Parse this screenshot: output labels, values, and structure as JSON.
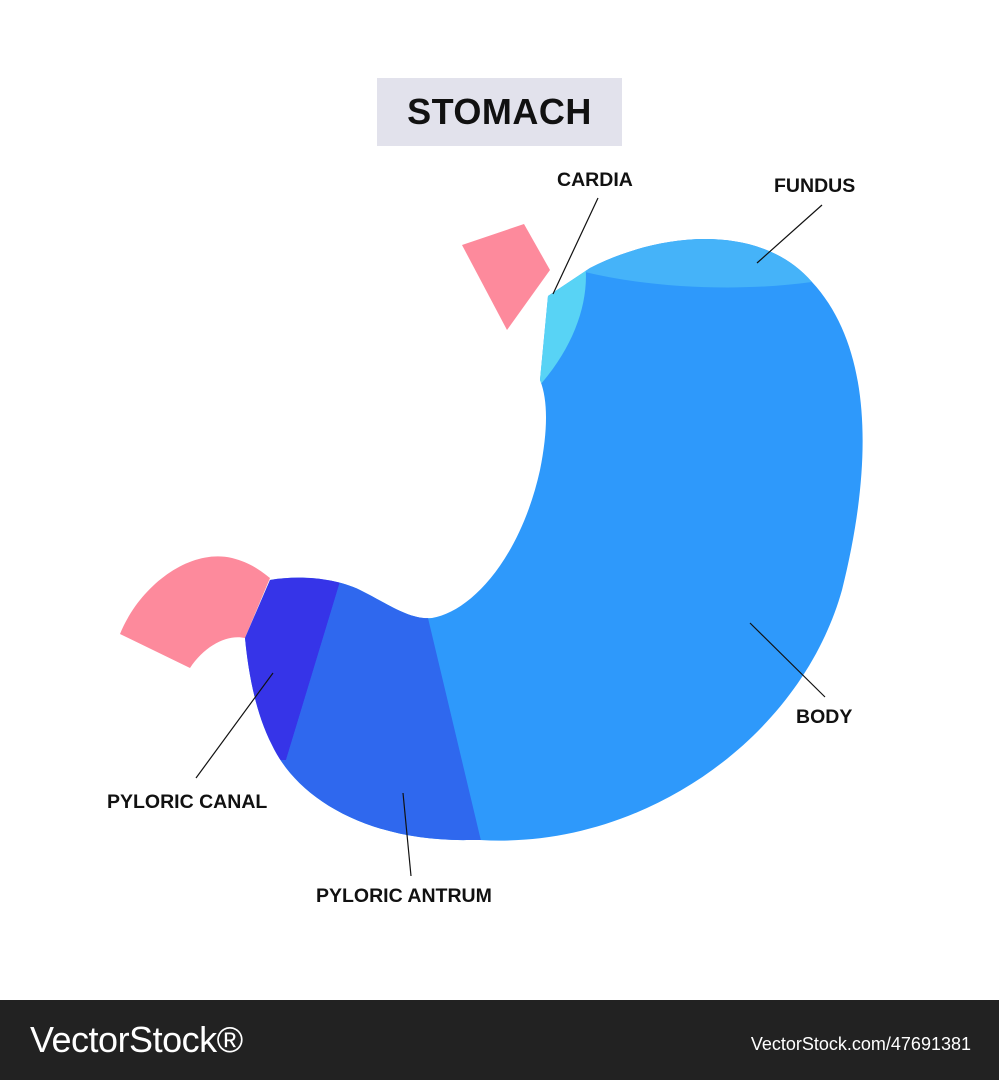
{
  "title": "STOMACH",
  "labels": {
    "cardia": "CARDIA",
    "fundus": "FUNDUS",
    "body": "BODY",
    "pyloric_canal": "PYLORIC CANAL",
    "pyloric_antrum": "PYLORIC ANTRUM"
  },
  "colors": {
    "esophagus": "#fd8a9c",
    "duodenum": "#fd8a9c",
    "cardia": "#58d3f5",
    "fundus": "#45b3f9",
    "body": "#2e99fb",
    "pyloric_antrum": "#2f68ee",
    "pyloric_canal": "#3634e8",
    "title_box": "#e2e2ec",
    "footer": "#222222"
  },
  "footer": {
    "brand": "VectorStock®",
    "image_id": "VectorStock.com/47691381"
  }
}
